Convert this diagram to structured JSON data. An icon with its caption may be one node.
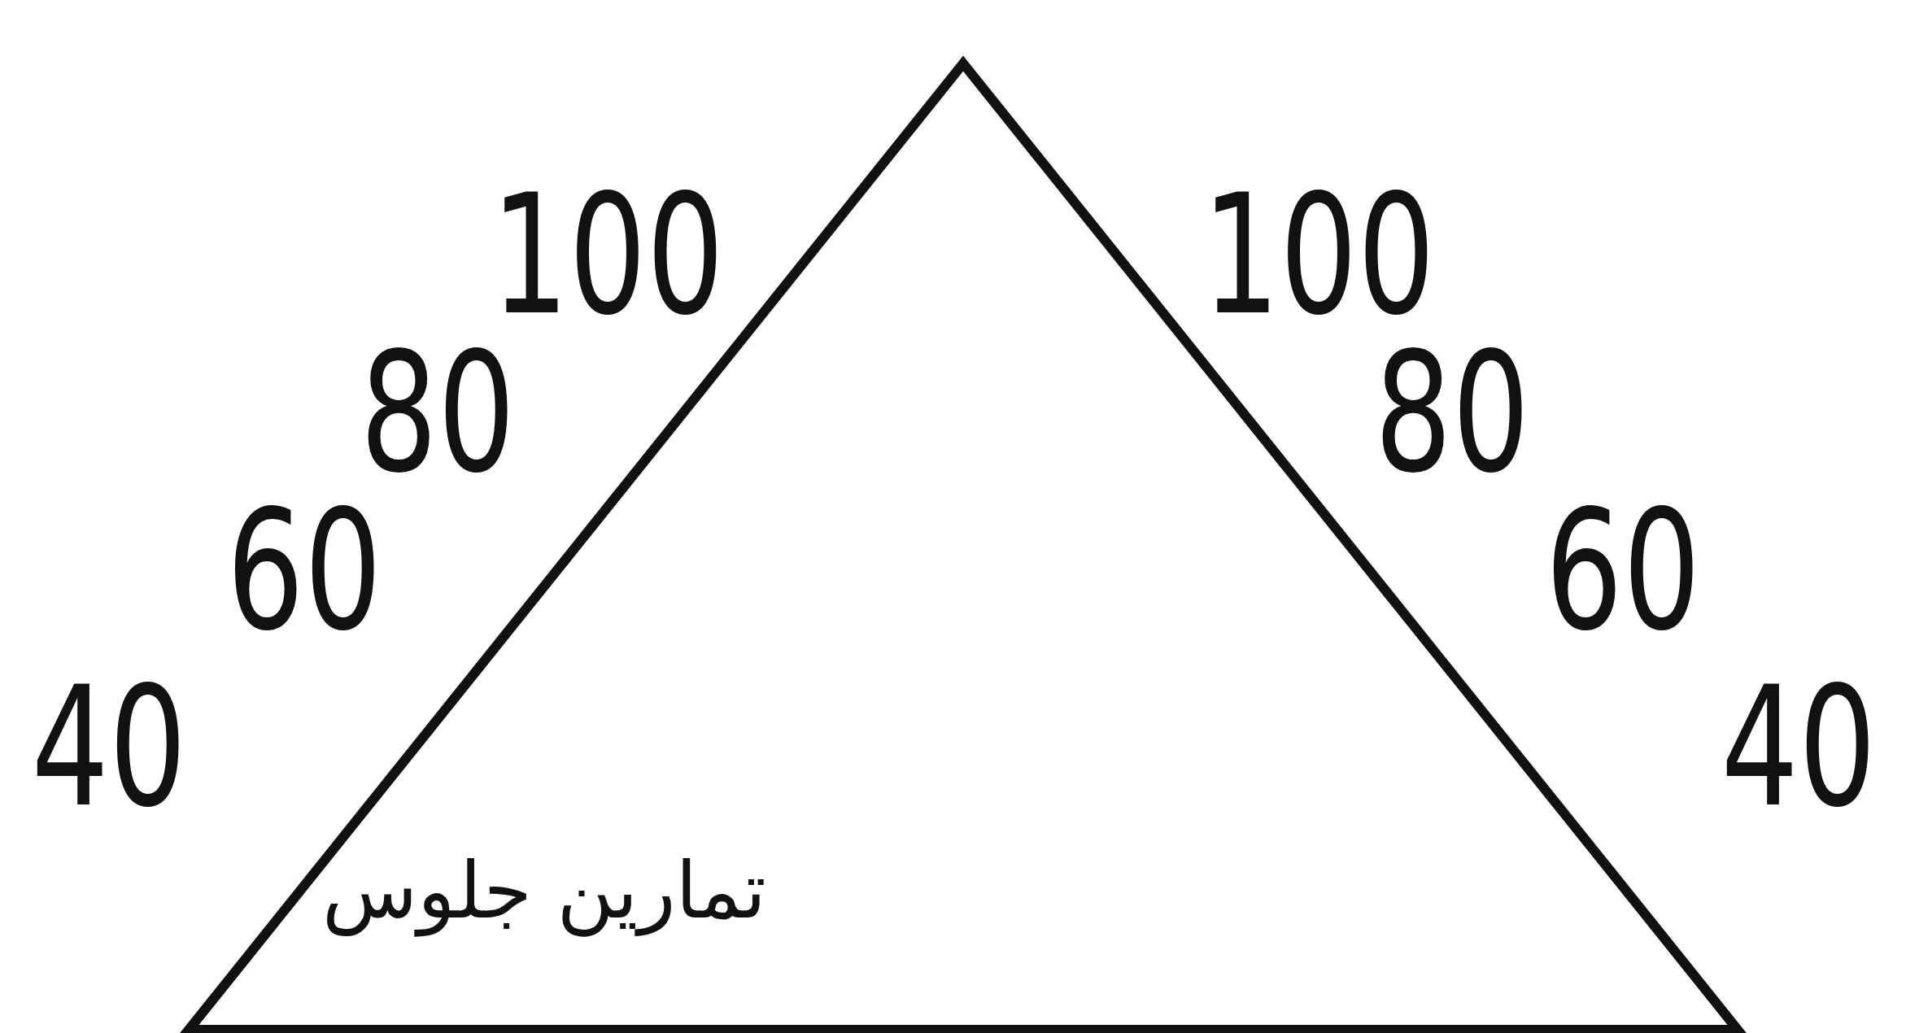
{
  "diagram": {
    "nodes": [
      {
        "text": [
          "تمارين جلوس"
        ]
      }
    ],
    "labels": [
      "100",
      "100",
      "80",
      "80",
      "60",
      "60",
      "40",
      "40"
    ]
  }
}
